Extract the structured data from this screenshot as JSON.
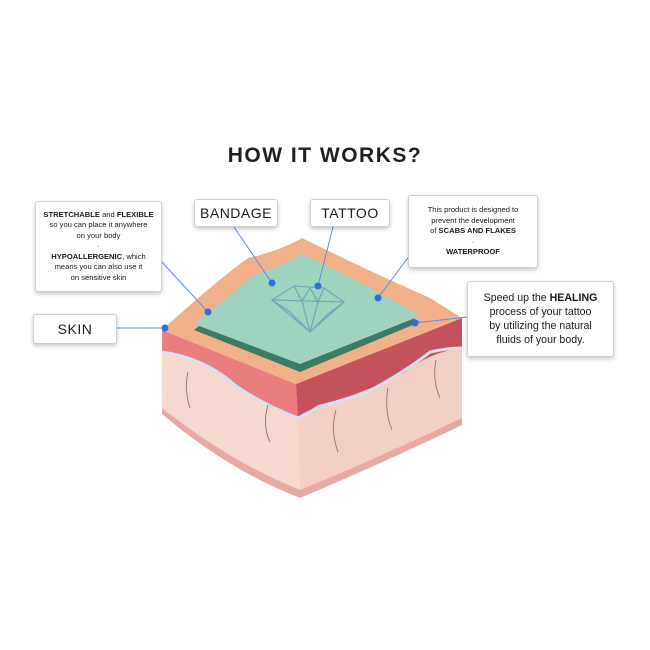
{
  "title": "HOW IT WORKS?",
  "labels": {
    "skin": "SKIN",
    "bandage": "BANDAGE",
    "tattoo": "TATTOO"
  },
  "callouts": {
    "stretch": {
      "w1": "STRETCHABLE",
      "and": " and ",
      "w2": "FLEXIBLE",
      "line2": "so you can place it anywhere",
      "line3": "on your body",
      "dot": "·",
      "w3": "HYPOALLERGENIC",
      "line4": ", which",
      "line5": "means you can also use it",
      "line6": "on sensitive skin"
    },
    "product": {
      "line1": "This product is designed to",
      "line2": "prevent the development",
      "line3a": "of ",
      "line3b": "SCABS AND FLAKES",
      "dot": "·",
      "line4": "WATERPROOF"
    },
    "healing": {
      "line1a": "Speed up the ",
      "line1b": "HEALING",
      "line2": "process of your tattoo",
      "line3": "by utilizing the natural",
      "line4": "fluids of your body."
    }
  },
  "colors": {
    "pointer": "#2f6fd8",
    "line": "#5b8fe0",
    "bandage_fill": "#9fd3c0",
    "bandage_edge": "#3f7a66",
    "skin_top": "#f2b08a",
    "skin_layer": "#e87a7a",
    "flesh": "#f6d6cc"
  },
  "icons": [
    "diamond-icon"
  ]
}
